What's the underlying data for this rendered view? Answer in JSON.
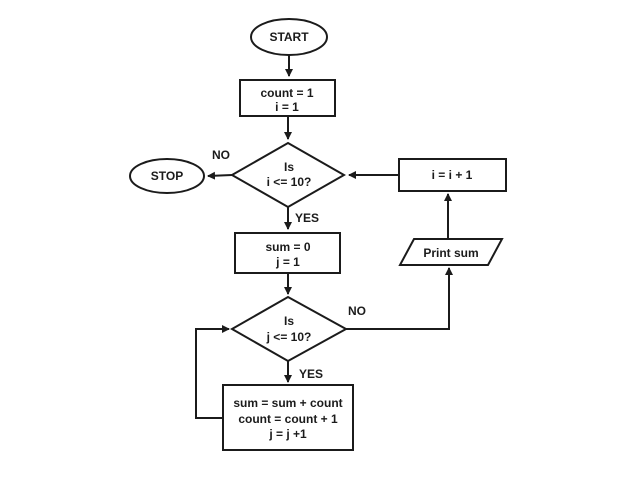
{
  "nodes": {
    "start": {
      "label": "START"
    },
    "init": {
      "lines": [
        "count = 1",
        "i = 1"
      ]
    },
    "outer_condition": {
      "lines": [
        "Is",
        "i <= 10?"
      ]
    },
    "stop": {
      "label": "STOP"
    },
    "inner_init": {
      "lines": [
        "sum = 0",
        "j = 1"
      ]
    },
    "inner_condition": {
      "lines": [
        "Is",
        "j <= 10?"
      ]
    },
    "increment_i": {
      "label": "i = i + 1"
    },
    "print_sum": {
      "label": "Print sum"
    },
    "loop_body": {
      "lines": [
        "sum =  sum + count",
        "count = count + 1",
        "j = j +1"
      ]
    }
  },
  "edge_labels": {
    "outer_no": "NO",
    "outer_yes": "YES",
    "inner_no": "NO",
    "inner_yes": "YES"
  },
  "colors": {
    "stroke": "#1b1b1b",
    "background": "#ffffff"
  }
}
